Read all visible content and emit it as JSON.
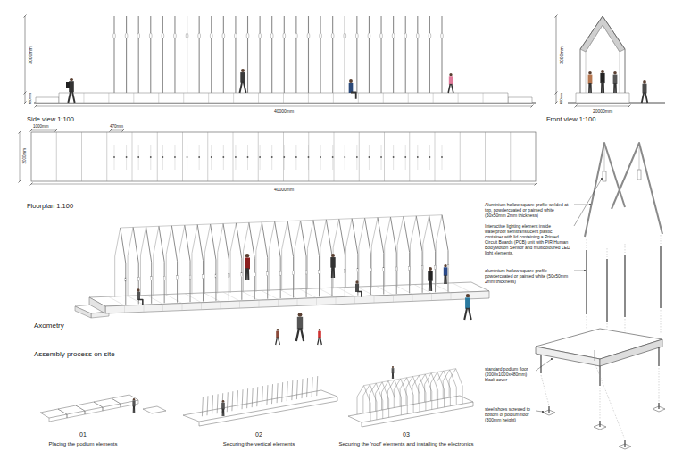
{
  "diagram": {
    "labels": [
      "3000mm",
      "480mm",
      "40000mm",
      "Side view 1:100",
      "3000mm",
      "480mm",
      "20000mm",
      "Front view 1:100",
      "1000mm",
      "470mm",
      "2000mm",
      "40000mm",
      "Floorplan 1:100",
      "Axometry",
      "Assembly process on site",
      "01",
      "Placing the podium elements",
      "02",
      "Securing the vertical elements",
      "03",
      "Securing the 'roof' elements and installing the electronics",
      "Aluminium hollow square profile welded at top, powdercoated or painted white (50x50mm 2mm thickness)",
      "Interactive lighting element inside waterproof semitranslucent plastic container with lid containing a Printed Circuit Boards (PCB) unit with PIR Human BodyMotion Sensor and multicoloured LED light elements.",
      "aluminium hollow square profile powdercoated or painted white (50x50mm 2mm thickness)",
      "standard podium floor (2000x1000x480mm) black cover",
      "steel shoes screwed to bottom of podium floor (300mm height)"
    ]
  }
}
